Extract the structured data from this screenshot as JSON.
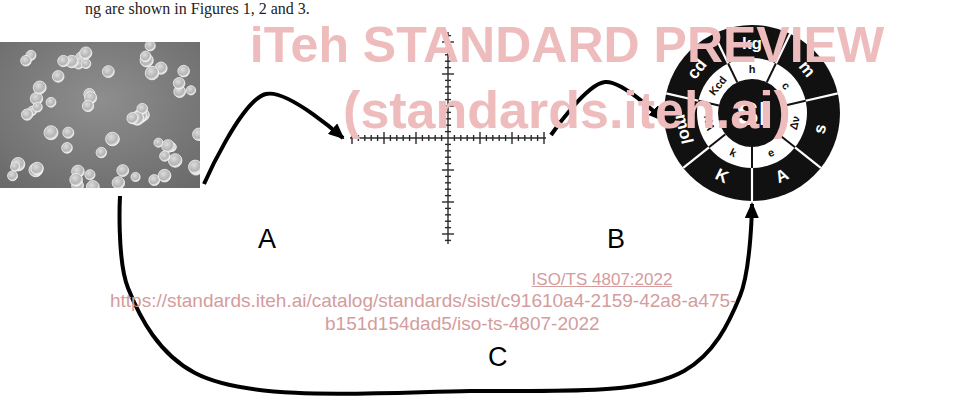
{
  "diagram": {
    "nodes": [
      {
        "text": []
      },
      {
        "text": []
      },
      {
        "text": [
          "SI",
          "kg",
          "m",
          "s",
          "A",
          "K",
          "mol",
          "cd",
          "h",
          "c",
          "Δν",
          "e",
          "k",
          "NA",
          "Kcd"
        ]
      }
    ],
    "edges": [
      {
        "from": 0,
        "to": 1,
        "arrow": "to",
        "label": "A"
      },
      {
        "from": 1,
        "to": 2,
        "arrow": "to",
        "label": "B"
      },
      {
        "from": 0,
        "to": 2,
        "arrow": "to",
        "label": "C"
      }
    ],
    "labels": [
      "ng are shown in Figures 1, 2 and 3.",
      "iTeh STANDARD PREVIEW",
      "(standards.iteh.ai)",
      "ISO/TS 4807:2022",
      "https://standards.iteh.ai/catalog/standards/sist/c91610a4-2159-42a8-a475-",
      "b151d154dad5/iso-ts-4807-2022"
    ]
  }
}
